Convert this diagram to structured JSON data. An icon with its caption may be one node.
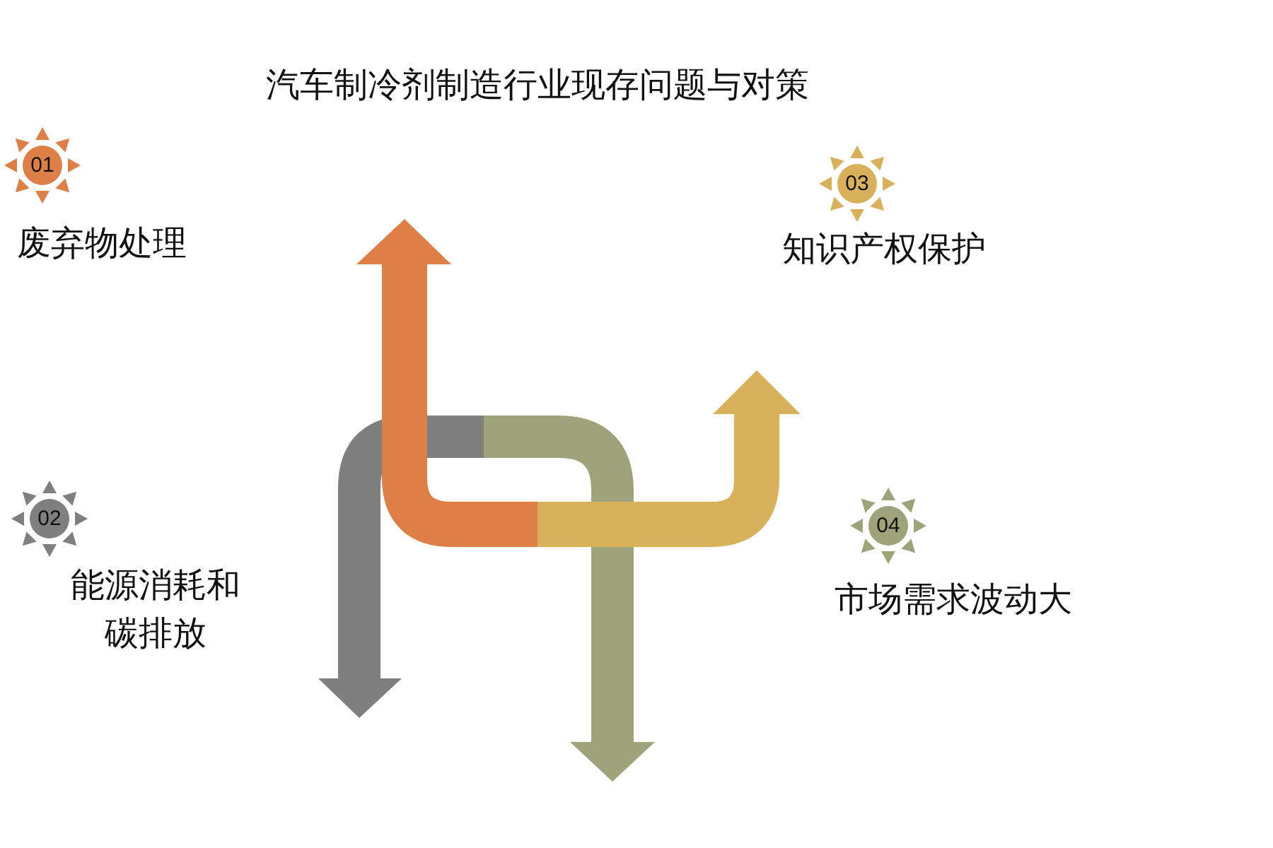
{
  "diagram": {
    "title": "汽车制冷剂制造行业现存问题与对策",
    "nodes": [
      {
        "text": [
          "01"
        ],
        "beside": [
          "废弃物处理"
        ]
      },
      {
        "text": [
          "03"
        ],
        "beside": [
          "知识产权保护"
        ]
      },
      {
        "text": [
          "02"
        ],
        "beside": [
          "能源消耗和碳排放"
        ]
      },
      {
        "text": [
          "04"
        ],
        "beside": [
          "市场需求波动大"
        ]
      }
    ]
  }
}
